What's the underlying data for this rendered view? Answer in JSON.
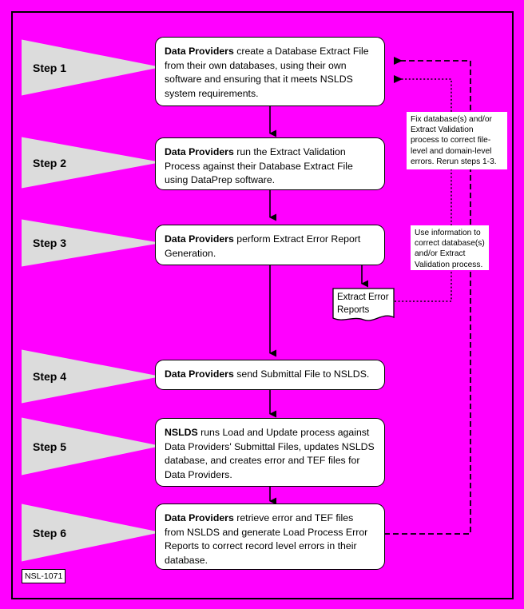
{
  "page": {
    "background_color": "#ff00ff",
    "frame_color": "#000000",
    "id_tag": "NSL-1071"
  },
  "steps": [
    {
      "label": "Step 1"
    },
    {
      "label": "Step 2"
    },
    {
      "label": "Step 3"
    },
    {
      "label": "Step 4"
    },
    {
      "label": "Step 5"
    },
    {
      "label": "Step 6"
    }
  ],
  "process_boxes": [
    {
      "actor": "Data Providers",
      "text": " create a Database Extract File from their own databases, using their own software and ensuring that it meets NSLDS system requirements."
    },
    {
      "actor": "Data Providers",
      "text": " run the Extract Validation Process against their Database Extract File using DataPrep software."
    },
    {
      "actor": "Data Providers",
      "text": " perform Extract Error Report Generation."
    },
    {
      "actor": "Data Providers",
      "text": " send Submittal File to NSLDS."
    },
    {
      "actor": "NSLDS",
      "text": " runs Load and Update process against Data Providers' Submittal Files, updates NSLDS database, and creates error and TEF files for Data Providers."
    },
    {
      "actor": "Data Providers",
      "text": " retrieve error and TEF files from NSLDS and generate Load Process Error Reports to correct record level errors in their database."
    }
  ],
  "document": {
    "label": "Extract Error Reports"
  },
  "notes": [
    {
      "name": "fix-database-note",
      "text": "Fix database(s) and/or Extract Validation process to correct file-level and domain-level errors. Rerun steps 1-3."
    },
    {
      "name": "use-information-note",
      "text": "Use information to correct database(s) and/or Extract Validation process."
    }
  ],
  "connectors": {
    "style_solid": "solid arrow down",
    "style_dashed": "dashed feedback arrow",
    "style_dotted": "dotted feedback arrow"
  },
  "colors": {
    "canvas": "#ff00ff",
    "box_fill": "#ffffff",
    "pennant_fill": "#dcdcdc",
    "stroke": "#000000"
  }
}
